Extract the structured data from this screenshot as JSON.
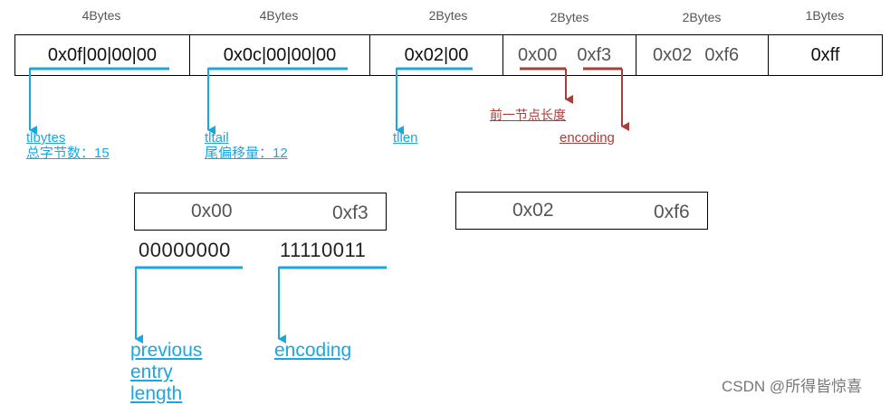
{
  "colors": {
    "accent_blue": "#1aa7e0",
    "accent_red": "#a83d3a"
  },
  "segments": [
    {
      "size": "4Bytes",
      "value": "0x0f|00|00|00"
    },
    {
      "size": "4Bytes",
      "value": "0x0c|00|00|00"
    },
    {
      "size": "2Bytes",
      "value": "0x02|00"
    },
    {
      "size": "2Bytes",
      "value_a": "0x00",
      "value_b": "0xf3"
    },
    {
      "size": "2Bytes",
      "value_a": "0x02",
      "value_b": "0xf6"
    },
    {
      "size": "1Bytes",
      "value": "0xff"
    }
  ],
  "annotations": {
    "zlbytes": {
      "name": "tlbytes",
      "desc": "总字节数：15"
    },
    "zltail": {
      "name": "tltail",
      "desc": "尾偏移量：12"
    },
    "zllen": {
      "name": "tllen"
    },
    "prevlen": {
      "name": "前一节点长度"
    },
    "encoding": {
      "name": "encoding"
    }
  },
  "detail": {
    "entry1": {
      "a": "0x00",
      "b": "0xf3",
      "bits_a": "00000000",
      "bits_b": "11110011"
    },
    "entry2": {
      "a": "0x02",
      "b": "0xf6"
    },
    "label_prev": [
      "previous",
      "entry",
      "length"
    ],
    "label_encoding": "encoding"
  },
  "watermark": "CSDN @所得皆惊喜"
}
